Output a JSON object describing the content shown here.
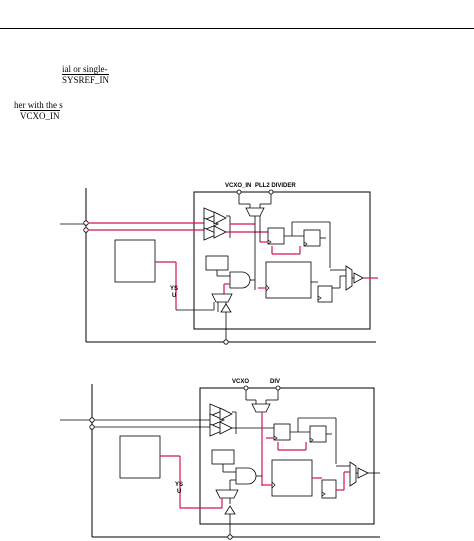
{
  "text": {
    "line1": "ial or single-",
    "line2": "SYSREF_IN",
    "line3": "her with the s",
    "line4": "VCXO_IN"
  },
  "fig1": {
    "vcxo_label": "VCXO_IN",
    "div_label": "PLL2 DIVIDER",
    "ys1": "YS",
    "ys2": "U"
  },
  "fig2": {
    "vcxo_label": "VCXO",
    "div_label": "DIV",
    "ys1": "YS",
    "ys2": "U"
  },
  "colors": {
    "signal": "#d4145a",
    "wire": "#000000"
  }
}
